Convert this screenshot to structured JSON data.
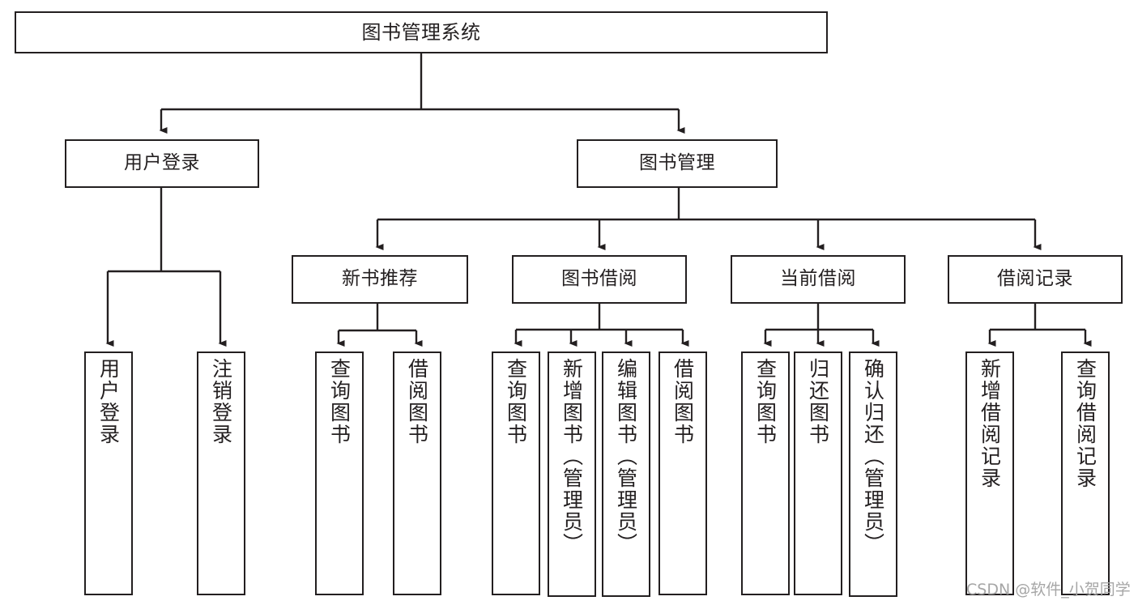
{
  "diagram": {
    "type": "tree",
    "title": "图书管理系统",
    "orientation": "top-down",
    "colors": {
      "stroke": "#231f20",
      "fill": "#ffffff",
      "watermark": "#a6a6a6"
    },
    "nodes": {
      "root": {
        "label": "图书管理系统",
        "level": 0
      },
      "level1": [
        {
          "id": "user-login",
          "label": "用户登录"
        },
        {
          "id": "book-manage",
          "label": "图书管理"
        }
      ],
      "level2": [
        {
          "id": "new-book-recommend",
          "label": "新书推荐",
          "parent": "book-manage"
        },
        {
          "id": "book-borrow",
          "label": "图书借阅",
          "parent": "book-manage"
        },
        {
          "id": "current-borrow",
          "label": "当前借阅",
          "parent": "book-manage"
        },
        {
          "id": "borrow-record",
          "label": "借阅记录",
          "parent": "book-manage"
        }
      ],
      "leaves": {
        "user-login": [
          {
            "id": "leaf-user-login",
            "label": "用户登录"
          },
          {
            "id": "leaf-user-logout",
            "label": "注销登录"
          }
        ],
        "new-book-recommend": [
          {
            "id": "leaf-query-book-1",
            "label": "查询图书"
          },
          {
            "id": "leaf-borrow-book-1",
            "label": "借阅图书"
          }
        ],
        "book-borrow": [
          {
            "id": "leaf-query-book-2",
            "label": "查询图书"
          },
          {
            "id": "leaf-add-book",
            "label": "新增图书（管理员）"
          },
          {
            "id": "leaf-edit-book",
            "label": "编辑图书（管理员）"
          },
          {
            "id": "leaf-borrow-book-2",
            "label": "借阅图书"
          }
        ],
        "current-borrow": [
          {
            "id": "leaf-query-book-3",
            "label": "查询图书"
          },
          {
            "id": "leaf-return-book",
            "label": "归还图书"
          },
          {
            "id": "leaf-confirm-return",
            "label": "确认归还（管理员）"
          }
        ],
        "borrow-record": [
          {
            "id": "leaf-add-record",
            "label": "新增借阅记录"
          },
          {
            "id": "leaf-query-record",
            "label": "查询借阅记录"
          }
        ]
      }
    },
    "watermark": "CSDN @软件_小贺同学"
  }
}
